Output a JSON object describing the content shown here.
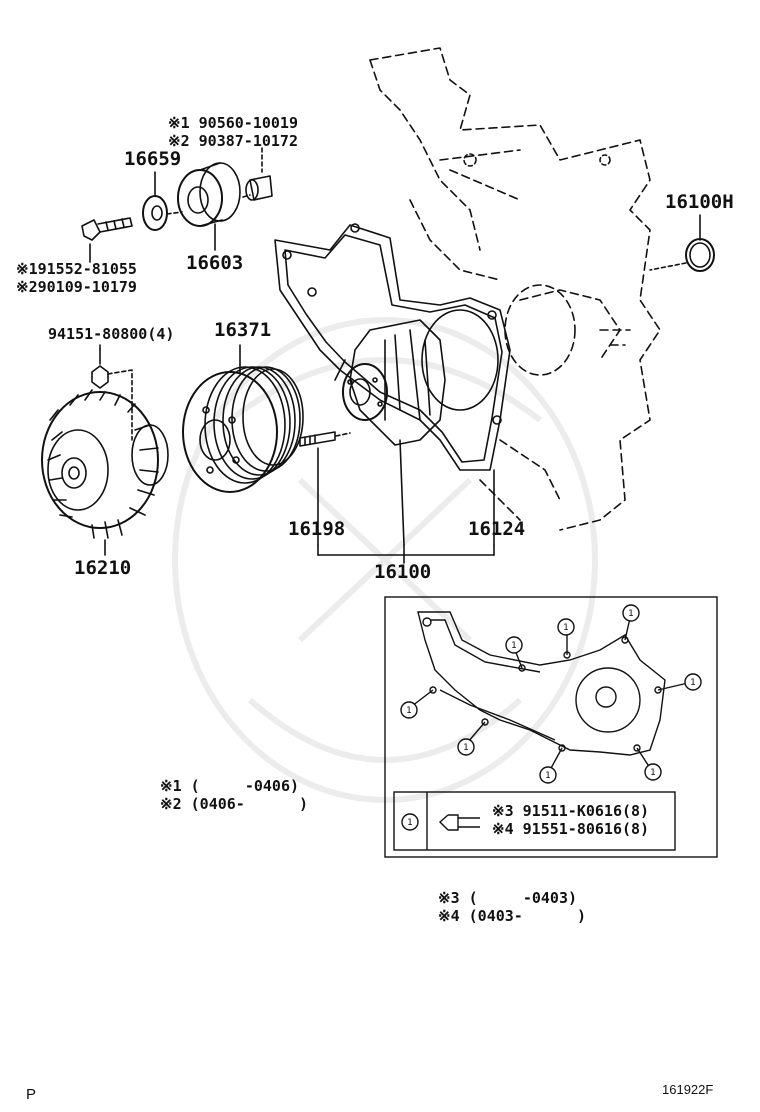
{
  "labels": {
    "note1_part": "※1 90560-10019",
    "note2_part": "※2 90387-10172",
    "p16659": "16659",
    "p16603": "16603",
    "p16100h": "16100H",
    "bolt1": "※191552-81055",
    "bolt2": "※290109-10179",
    "p94151": "94151-80800(4)",
    "p16371": "16371",
    "p16198": "16198",
    "p16124": "16124",
    "p16100": "16100",
    "p16210": "16210"
  },
  "notes": {
    "n1": "※1 (     -0406)",
    "n2": "※2 (0406-      )",
    "n3": "※3 (     -0403)",
    "n4": "※4 (0403-      )"
  },
  "inset": {
    "callout": "1",
    "bolt_a": "※3 91511-K0616(8)",
    "bolt_b": "※4 91551-80616(8)"
  },
  "footer": {
    "left": "P",
    "right": "161922F"
  }
}
